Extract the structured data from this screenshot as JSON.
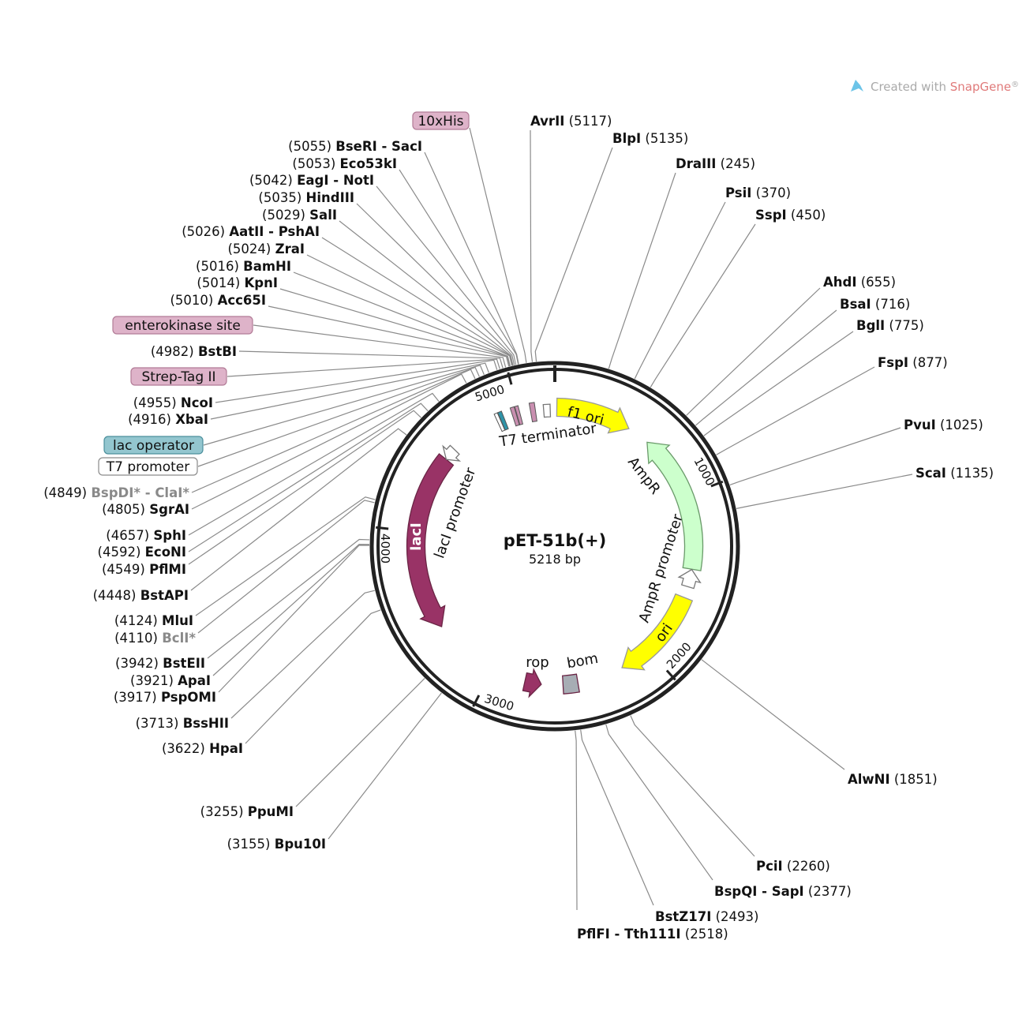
{
  "title": "pET-51b(+)",
  "length_label": "5218 bp",
  "length_bp": 5218,
  "watermark": {
    "prefix": "Created with ",
    "brand": "SnapGene",
    "suffix": "®"
  },
  "colors": {
    "ring": "#222222",
    "magenta": "#993366",
    "yellow": "#ffff00",
    "green": "#ccffcc",
    "bom": "#a7adb4",
    "pink_badge": "#deb3c9",
    "teal_badge": "#93c6cf",
    "line": "#8a8a8a",
    "brand": "#e06b6b"
  },
  "ticks": [
    {
      "pos": 1000,
      "label": "1000"
    },
    {
      "pos": 2000,
      "label": "2000"
    },
    {
      "pos": 3000,
      "label": "3000"
    },
    {
      "pos": 4000,
      "label": "4000"
    },
    {
      "pos": 5000,
      "label": "5000"
    }
  ],
  "features": [
    {
      "name": "f1 ori",
      "start": 12,
      "end": 467,
      "dir": "cw",
      "color": "#ffff00"
    },
    {
      "name": "AmpR",
      "start": 603,
      "end": 1443,
      "dir": "ccw",
      "color": "#ccffcc"
    },
    {
      "name": "AmpR promoter",
      "start": 1445,
      "end": 1550,
      "dir": "ccw",
      "color": "#ffffff"
    },
    {
      "name": "ori",
      "start": 1618,
      "end": 2190,
      "dir": "cw",
      "color": "#ffff00"
    },
    {
      "name": "bom",
      "start": 2470,
      "end": 2560,
      "dir": "none",
      "color": "#a7adb4"
    },
    {
      "name": "rop",
      "start": 2690,
      "end": 2790,
      "dir": "ccw",
      "color": "#993366"
    },
    {
      "name": "lacI",
      "start": 3400,
      "end": 4473,
      "dir": "ccw",
      "color": "#993366"
    },
    {
      "name": "lacI promoter",
      "start": 4473,
      "end": 4550,
      "dir": "ccw",
      "color": "#ffffff"
    },
    {
      "name": "T7 terminator",
      "start": 5150,
      "end": 5190,
      "dir": "none",
      "color": "#ffffff"
    }
  ],
  "small_features": [
    {
      "name": "T7 promoter",
      "start": 4860,
      "end": 4880,
      "color": "#ffffff"
    },
    {
      "name": "lac operator",
      "start": 4882,
      "end": 4905,
      "color": "#2f93a8"
    },
    {
      "name": "Strep-Tag II",
      "start": 4958,
      "end": 4982,
      "color": "#c98fb0"
    },
    {
      "name": "enterokinase site",
      "start": 4985,
      "end": 5005,
      "color": "#c98fb0"
    },
    {
      "name": "10xHis",
      "start": 5070,
      "end": 5100,
      "color": "#c98fb0"
    }
  ],
  "left_labels": [
    {
      "kind": "badge",
      "name": "10xHis",
      "pos": 5090,
      "style": "pink"
    },
    {
      "kind": "enzyme",
      "name": "BseRI - SacI",
      "pos": 5055
    },
    {
      "kind": "enzyme",
      "name": "Eco53kI",
      "pos": 5053
    },
    {
      "kind": "enzyme",
      "name": "EagI - NotI",
      "pos": 5042
    },
    {
      "kind": "enzyme",
      "name": "HindIII",
      "pos": 5035
    },
    {
      "kind": "enzyme",
      "name": "SalI",
      "pos": 5029
    },
    {
      "kind": "enzyme",
      "name": "AatII - PshAI",
      "pos": 5026
    },
    {
      "kind": "enzyme",
      "name": "ZraI",
      "pos": 5024
    },
    {
      "kind": "enzyme",
      "name": "BamHI",
      "pos": 5016
    },
    {
      "kind": "enzyme",
      "name": "KpnI",
      "pos": 5014
    },
    {
      "kind": "enzyme",
      "name": "Acc65I",
      "pos": 5010
    },
    {
      "kind": "badge",
      "name": "enterokinase site",
      "pos": 4995,
      "style": "pink"
    },
    {
      "kind": "enzyme",
      "name": "BstBI",
      "pos": 4982
    },
    {
      "kind": "badge",
      "name": "Strep-Tag II",
      "pos": 4968,
      "style": "pink"
    },
    {
      "kind": "enzyme",
      "name": "NcoI",
      "pos": 4955
    },
    {
      "kind": "enzyme",
      "name": "XbaI",
      "pos": 4916
    },
    {
      "kind": "badge",
      "name": "lac operator",
      "pos": 4893,
      "style": "teal"
    },
    {
      "kind": "badge",
      "name": "T7 promoter",
      "pos": 4870,
      "style": "white"
    },
    {
      "kind": "enzyme",
      "name": "BspDI* - ClaI*",
      "pos": 4849,
      "gray": true
    },
    {
      "kind": "enzyme",
      "name": "SgrAI",
      "pos": 4805
    },
    {
      "kind": "enzyme",
      "name": "SphI",
      "pos": 4657
    },
    {
      "kind": "enzyme",
      "name": "EcoNI",
      "pos": 4592
    },
    {
      "kind": "enzyme",
      "name": "PflMI",
      "pos": 4549
    },
    {
      "kind": "enzyme",
      "name": "BstAPI",
      "pos": 4448
    },
    {
      "kind": "enzyme",
      "name": "MluI",
      "pos": 4124
    },
    {
      "kind": "enzyme",
      "name": "BclI*",
      "pos": 4110,
      "gray": true
    },
    {
      "kind": "enzyme",
      "name": "BstEII",
      "pos": 3942
    },
    {
      "kind": "enzyme",
      "name": "ApaI",
      "pos": 3921
    },
    {
      "kind": "enzyme",
      "name": "PspOMI",
      "pos": 3917
    },
    {
      "kind": "enzyme",
      "name": "BssHII",
      "pos": 3713
    },
    {
      "kind": "enzyme",
      "name": "HpaI",
      "pos": 3622
    },
    {
      "kind": "enzyme",
      "name": "PpuMI",
      "pos": 3255
    },
    {
      "kind": "enzyme",
      "name": "Bpu10I",
      "pos": 3155
    }
  ],
  "right_labels": [
    {
      "name": "AvrII",
      "pos": 5117
    },
    {
      "name": "BlpI",
      "pos": 5135
    },
    {
      "name": "DraIII",
      "pos": 245
    },
    {
      "name": "PsiI",
      "pos": 370
    },
    {
      "name": "SspI",
      "pos": 450
    },
    {
      "name": "AhdI",
      "pos": 655
    },
    {
      "name": "BsaI",
      "pos": 716
    },
    {
      "name": "BglI",
      "pos": 775
    },
    {
      "name": "FspI",
      "pos": 877
    },
    {
      "name": "PvuI",
      "pos": 1025
    },
    {
      "name": "ScaI",
      "pos": 1135
    },
    {
      "name": "AlwNI",
      "pos": 1851
    },
    {
      "name": "PciI",
      "pos": 2260
    },
    {
      "name": "BspQI - SapI",
      "pos": 2377
    },
    {
      "name": "BstZ17I",
      "pos": 2493
    },
    {
      "name": "PflFI - Tth111I",
      "pos": 2518
    }
  ]
}
